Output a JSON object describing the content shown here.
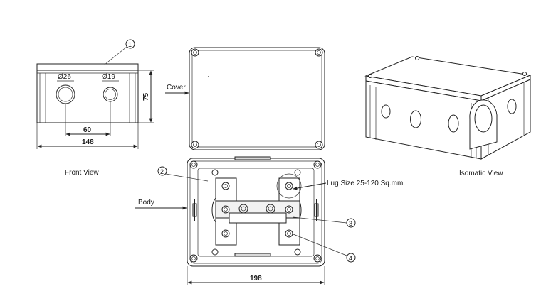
{
  "labels": {
    "front_view": "Front View",
    "isometric_view": "Isomatic View",
    "cover": "Cover",
    "body": "Body",
    "lug_size": "Lug Size 25-120 Sq.mm."
  },
  "dimensions": {
    "hole_large": "Ø26",
    "hole_small": "Ø19",
    "height": "75",
    "hole_spacing": "60",
    "front_width": "148",
    "top_width": "198"
  },
  "callouts": [
    "1",
    "2",
    "3",
    "4"
  ]
}
